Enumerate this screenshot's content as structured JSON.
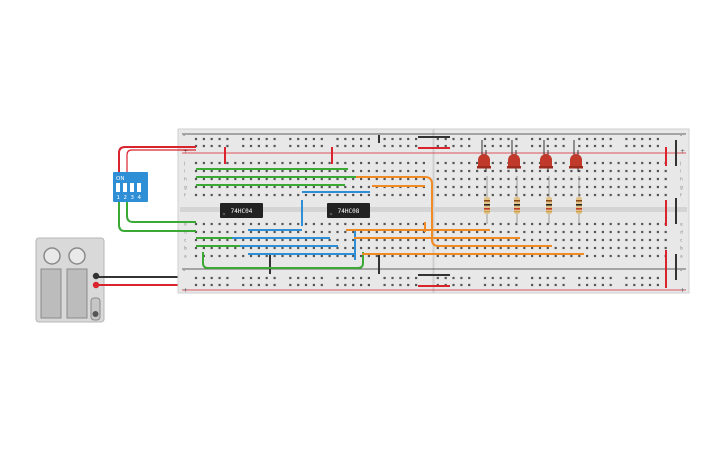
{
  "chips": [
    {
      "name": "inverter-chip",
      "label": "74HC04"
    },
    {
      "name": "and-gate-chip",
      "label": "74HC08"
    }
  ],
  "dip_switch": {
    "on_label": "ON",
    "position_labels": [
      "1",
      "2",
      "3",
      "4"
    ]
  },
  "rails": {
    "positive_sign": "+",
    "negative_sign": "-"
  },
  "breadboard": {
    "row_letters_top": [
      "j",
      "i",
      "h",
      "g",
      "f"
    ],
    "row_letters_bottom": [
      "e",
      "d",
      "c",
      "b",
      "a"
    ],
    "column_count": 60
  },
  "leds": {
    "count": 4,
    "color": "#c0392b"
  },
  "resistors": {
    "count": 4
  },
  "wire_colors": {
    "power": "#d9232d",
    "ground": "#333333",
    "green": "#3aaa35",
    "blue": "#2e8fd6",
    "orange": "#f08a24"
  },
  "battery_pack": {
    "cells": 2
  }
}
